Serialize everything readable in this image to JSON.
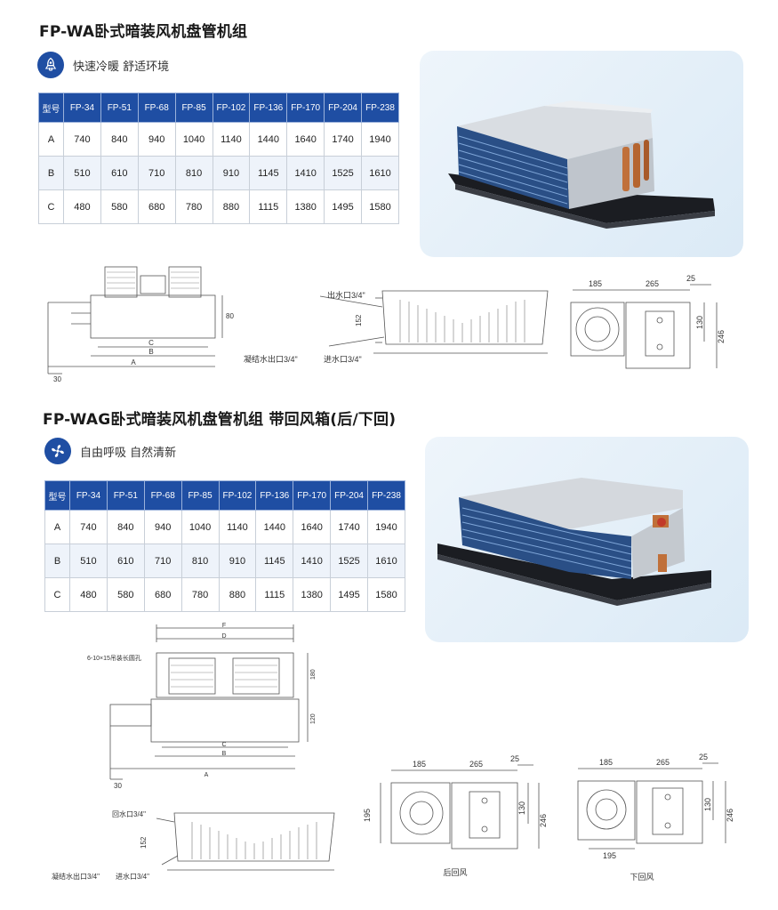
{
  "section1": {
    "title": "FP-WA卧式暗装风机盘管机组",
    "tagline": "快速冷暖  舒适环境",
    "icon": "rocket-icon",
    "table": {
      "headers": [
        "型号",
        "FP-34",
        "FP-51",
        "FP-68",
        "FP-85",
        "FP-102",
        "FP-136",
        "FP-170",
        "FP-204",
        "FP-238"
      ],
      "rows": [
        [
          "A",
          "740",
          "840",
          "940",
          "1040",
          "1140",
          "1440",
          "1640",
          "1740",
          "1940"
        ],
        [
          "B",
          "510",
          "610",
          "710",
          "810",
          "910",
          "1145",
          "1410",
          "1525",
          "1610"
        ],
        [
          "C",
          "480",
          "580",
          "680",
          "780",
          "880",
          "1115",
          "1380",
          "1495",
          "1580"
        ]
      ]
    },
    "drawings": {
      "dim_80": "80",
      "dim_30": "30",
      "dim_c": "C",
      "dim_b": "B",
      "dim_a": "A",
      "water_out": "出水口3/4\"",
      "dim_152": "152",
      "condensate": "凝结水出口3/4\"",
      "water_in": "进水口3/4\"",
      "dim_185": "185",
      "dim_265": "265",
      "dim_25": "25",
      "dim_130": "130",
      "dim_246": "246"
    }
  },
  "section2": {
    "title": "FP-WAG卧式暗装风机盘管机组 带回风箱(后/下回)",
    "tagline": "自由呼吸 自然清新",
    "icon": "fan-icon",
    "table": {
      "headers": [
        "型号",
        "FP-34",
        "FP-51",
        "FP-68",
        "FP-85",
        "FP-102",
        "FP-136",
        "FP-170",
        "FP-204",
        "FP-238"
      ],
      "rows": [
        [
          "A",
          "740",
          "840",
          "940",
          "1040",
          "1140",
          "1440",
          "1640",
          "1740",
          "1940"
        ],
        [
          "B",
          "510",
          "610",
          "710",
          "810",
          "910",
          "1145",
          "1410",
          "1525",
          "1610"
        ],
        [
          "C",
          "480",
          "580",
          "680",
          "780",
          "880",
          "1115",
          "1380",
          "1495",
          "1580"
        ]
      ]
    },
    "drawings": {
      "dim_f": "F",
      "dim_d": "D",
      "hang_hole": "6-10×15吊装长圆孔",
      "dim_180": "180",
      "dim_120": "120",
      "dim_c": "C",
      "dim_b": "B",
      "dim_a": "A",
      "dim_30": "30",
      "return_water": "回水口3/4\"",
      "dim_152": "152",
      "condensate": "凝结水出口3/4\"",
      "water_in": "进水口3/4\"",
      "dim_185": "185",
      "dim_265": "265",
      "dim_25": "25",
      "dim_195": "195",
      "dim_130": "130",
      "dim_246": "246",
      "rear_return": "后回风",
      "dim_185b": "185",
      "dim_265b": "265",
      "dim_25b": "25",
      "dim_130b": "130",
      "dim_246b": "246",
      "dim_195b": "195",
      "bottom_return": "下回风"
    }
  },
  "colors": {
    "header_blue": "#1f4ea3",
    "row_alt": "#eef3fa",
    "photo_bg": "#e4eff9"
  }
}
